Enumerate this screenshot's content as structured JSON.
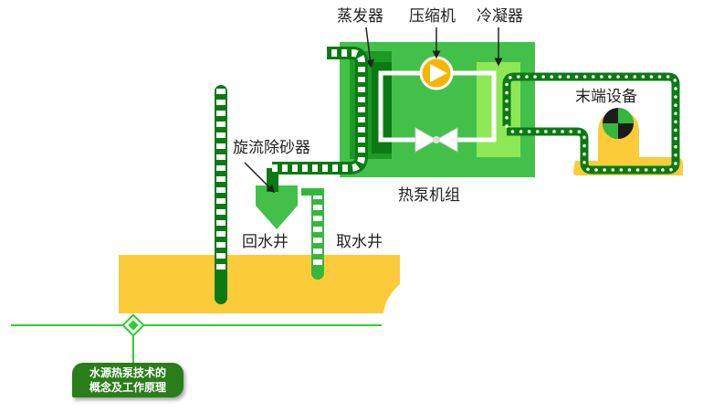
{
  "labels": {
    "evaporator": "蒸发器",
    "compressor": "压缩机",
    "condenser": "冷凝器",
    "terminal": "末端设备",
    "sand_separator": "旋流除砂器",
    "heat_pump_unit": "热泵机组",
    "return_well": "回水井",
    "intake_well": "取水井"
  },
  "caption": {
    "line1": "水源热泵技术的",
    "line2": "概念及工作原理"
  },
  "colors": {
    "dark_green": "#0b7a13",
    "mid_green": "#35b73b",
    "unit_green": "#43c04a",
    "light_green": "#8ee856",
    "ground_yellow": "#fccb3a",
    "compressor_yellow": "#f8b500",
    "line_green": "#2bd02b"
  }
}
